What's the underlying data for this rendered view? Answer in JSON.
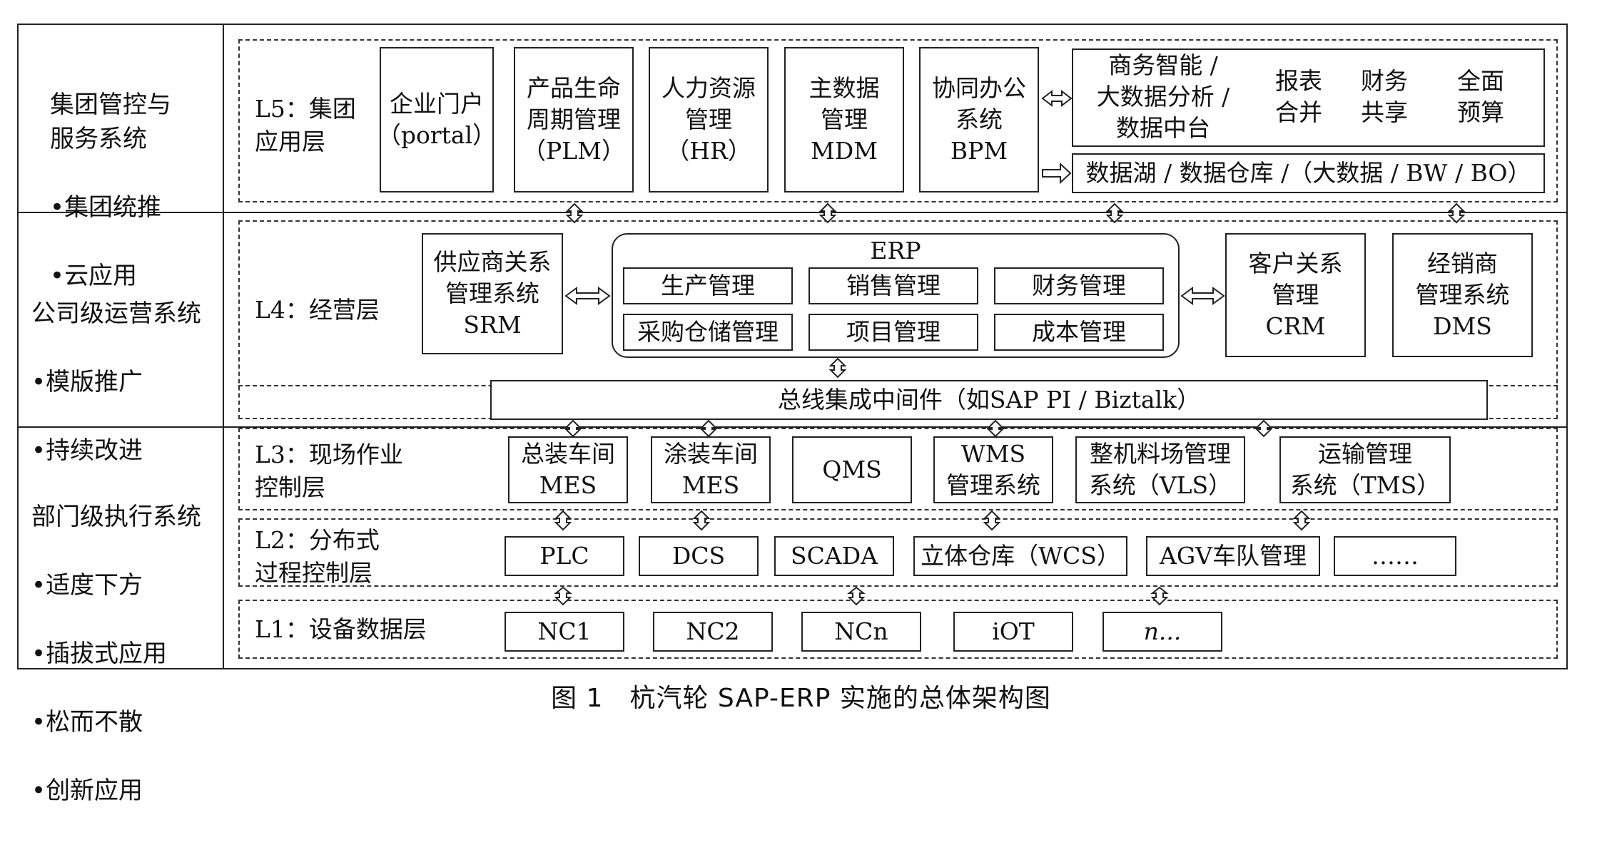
{
  "categories": [
    {
      "title": "集团管控与\n服务系统",
      "bullets": [
        "集团统推",
        "云应用"
      ]
    },
    {
      "title": "公司级运营系统",
      "bullets": [
        "模版推广",
        "持续改进"
      ]
    },
    {
      "title": "部门级执行系统",
      "bullets": [
        "适度下方",
        "插拔式应用",
        "松而不散",
        "创新应用"
      ]
    }
  ],
  "bullet_char": "•",
  "layers": {
    "l5": {
      "label": "L5：集团\n应用层",
      "boxes": [
        "企业门户\n（portal）",
        "产品生命\n周期管理\n（PLM）",
        "人力资源\n管理\n（HR）",
        "主数据\n管理\nMDM",
        "协同办公\n系统\nBPM"
      ],
      "bi": {
        "main": "商务智能 /\n大数据分析 /\n数据中台",
        "items": [
          "报表\n合并",
          "财务\n共享",
          "全面\n预算"
        ]
      },
      "datalake": "数据湖 / 数据仓库 /（大数据 / BW / BO）"
    },
    "l4": {
      "label": "L4：经营层",
      "srm": "供应商关系\n管理系统\nSRM",
      "erp_title": "ERP",
      "erp_modules": [
        "生产管理",
        "销售管理",
        "财务管理",
        "采购仓储管理",
        "项目管理",
        "成本管理"
      ],
      "crm": "客户关系\n管理\nCRM",
      "dms": "经销商\n管理系统\nDMS",
      "bus": "总线集成中间件（如SAP PI / Biztalk）"
    },
    "l3": {
      "label": "L3：现场作业\n控制层",
      "boxes": [
        "总装车间\nMES",
        "涂装车间\nMES",
        "QMS",
        "WMS\n管理系统",
        "整机料场管理\n系统（VLS）",
        "运输管理\n系统（TMS）"
      ]
    },
    "l2": {
      "label": "L2：分布式\n过程控制层",
      "boxes": [
        "PLC",
        "DCS",
        "SCADA",
        "立体仓库（WCS）",
        "AGV车队管理",
        "……"
      ]
    },
    "l1": {
      "label": "L1：设备数据层",
      "boxes": [
        "NC1",
        "NC2",
        "NCn",
        "iOT",
        "n..."
      ]
    }
  },
  "caption": "图 1　杭汽轮 SAP-ERP 实施的总体架构图"
}
